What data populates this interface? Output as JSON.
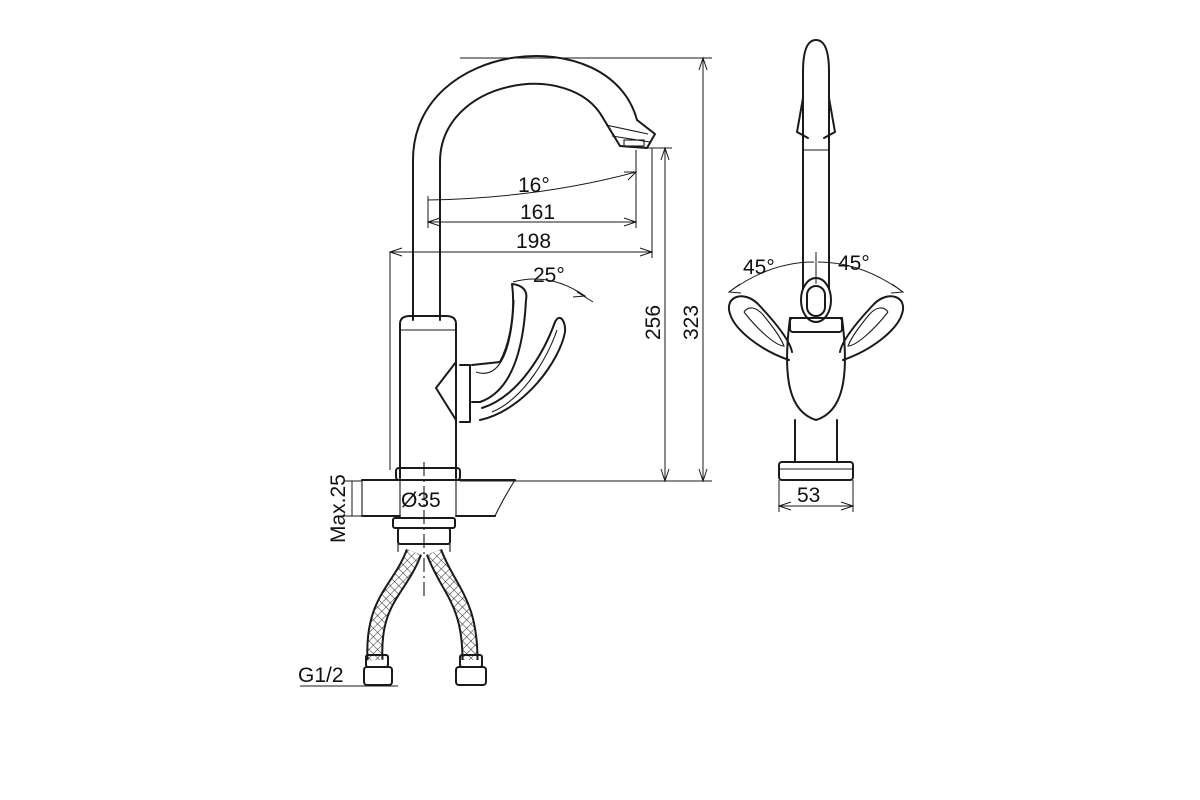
{
  "dimensions": {
    "angle_spout": "16°",
    "reach_161": "161",
    "reach_198": "198",
    "angle_lever": "25°",
    "height_256": "256",
    "height_323": "323",
    "max_thickness": "Max.25",
    "diameter": "Ø35",
    "thread": "G1/2",
    "angle_left": "45°",
    "angle_right": "45°",
    "body_width": "53"
  },
  "colors": {
    "line": "#1a1a1a",
    "background": "#ffffff"
  }
}
